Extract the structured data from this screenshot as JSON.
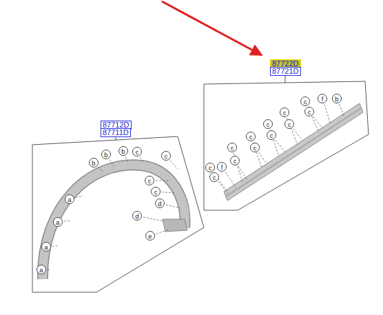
{
  "diagram": {
    "nodes": [
      {
        "text": [
          "87722D"
        ]
      },
      {
        "text": [
          "87721D"
        ]
      },
      {
        "text": [
          "87712D"
        ]
      },
      {
        "text": [
          "87711D"
        ]
      },
      {
        "text": [
          "b"
        ]
      },
      {
        "text": [
          "b"
        ]
      },
      {
        "text": [
          "b"
        ]
      },
      {
        "text": [
          "c"
        ]
      },
      {
        "text": [
          "c"
        ]
      },
      {
        "text": [
          "a"
        ]
      },
      {
        "text": [
          "c"
        ]
      },
      {
        "text": [
          "c"
        ]
      },
      {
        "text": [
          "d"
        ]
      },
      {
        "text": [
          "d"
        ]
      },
      {
        "text": [
          "a"
        ]
      },
      {
        "text": [
          "e"
        ]
      },
      {
        "text": [
          "a"
        ]
      },
      {
        "text": [
          "a"
        ]
      },
      {
        "text": [
          "c"
        ]
      },
      {
        "text": [
          "f"
        ]
      },
      {
        "text": [
          "b"
        ]
      },
      {
        "text": [
          "c"
        ]
      },
      {
        "text": [
          "c"
        ]
      },
      {
        "text": [
          "c"
        ]
      },
      {
        "text": [
          "c"
        ]
      },
      {
        "text": [
          "c"
        ]
      },
      {
        "text": [
          "c"
        ]
      },
      {
        "text": [
          "c"
        ]
      },
      {
        "text": [
          "c"
        ]
      },
      {
        "text": [
          "c"
        ]
      },
      {
        "text": [
          "c"
        ]
      },
      {
        "text": [
          "f"
        ]
      },
      {
        "text": [
          "c"
        ]
      }
    ]
  }
}
